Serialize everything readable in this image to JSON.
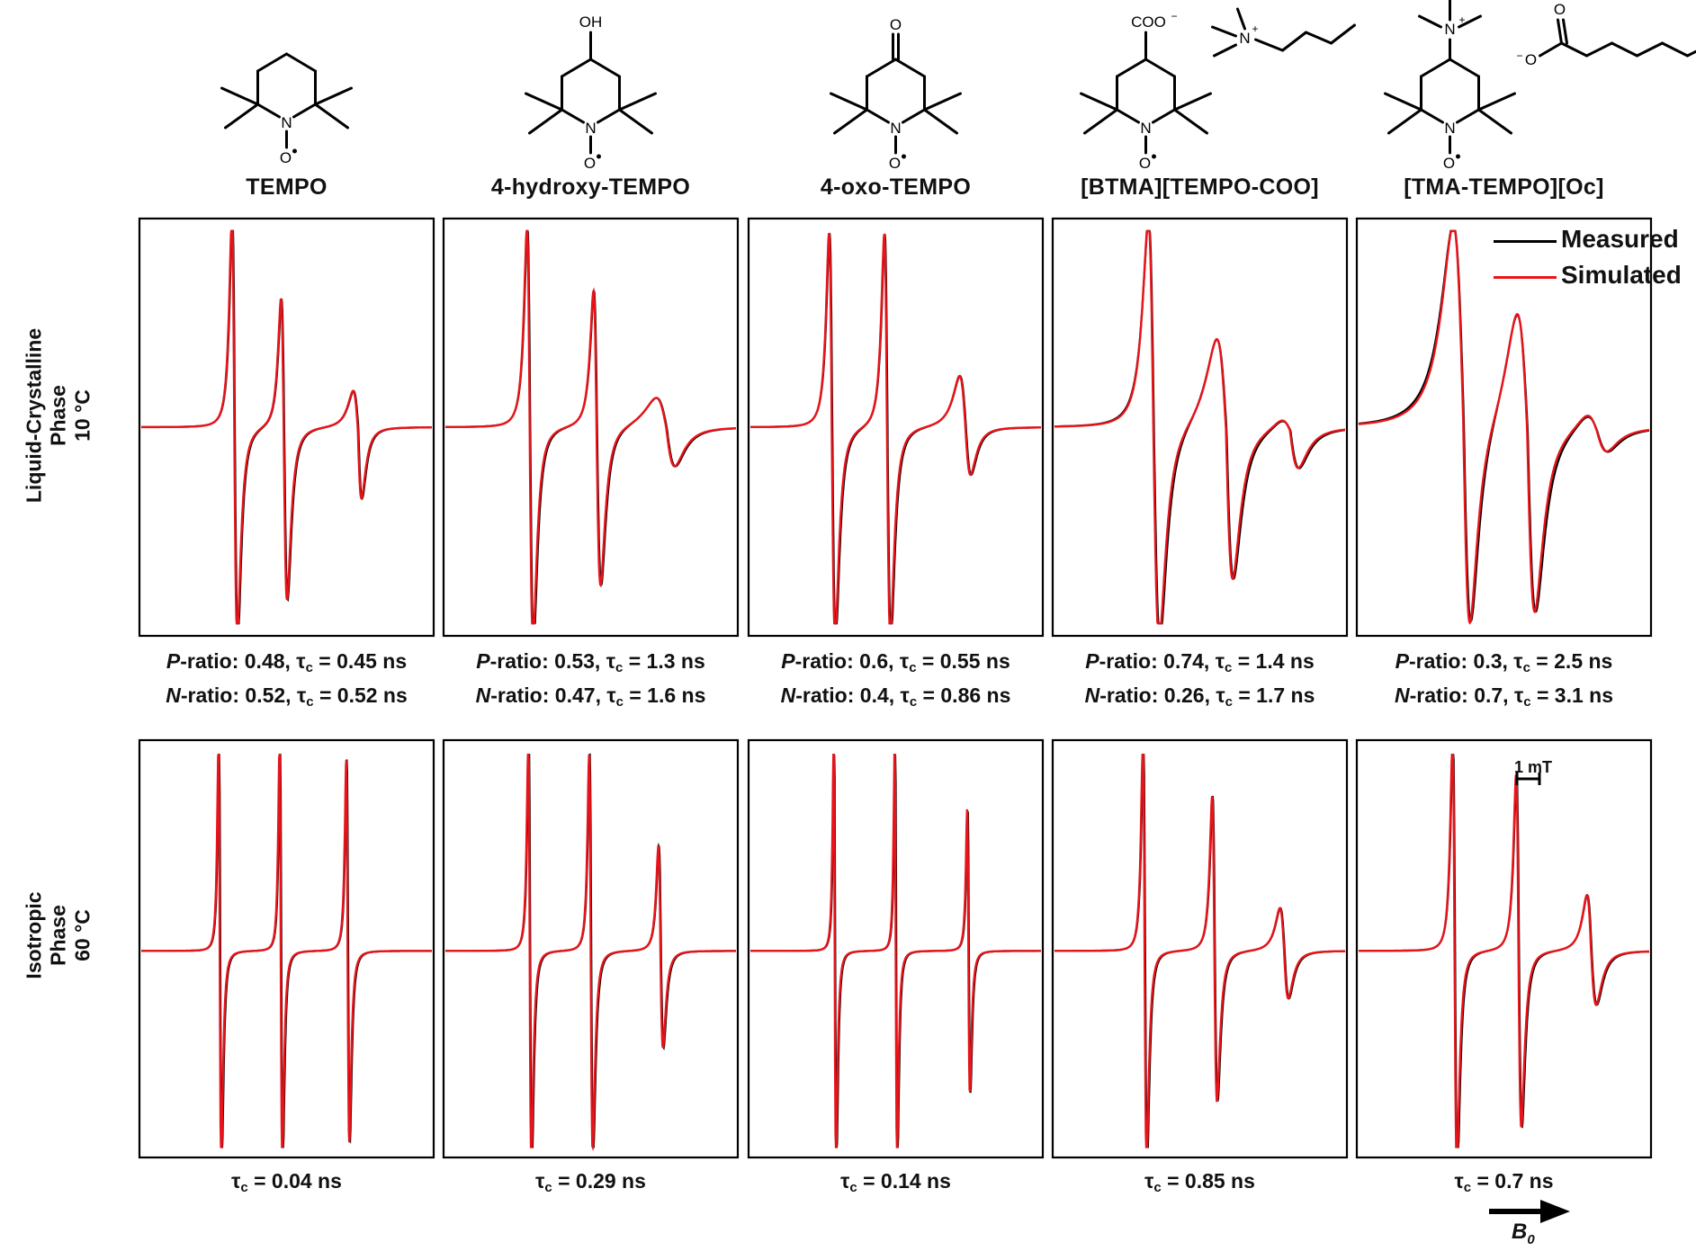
{
  "colors": {
    "measured": "#000000",
    "simulated": "#e8141a",
    "frame": "#000000"
  },
  "compounds": [
    "TEMPO",
    "4-hydroxy-TEMPO",
    "4-oxo-TEMPO",
    "[BTMA][TEMPO-COO]",
    "[TMA-TEMPO][Oc]"
  ],
  "structures": [
    {
      "caption_atoms": [
        "N",
        "O"
      ]
    },
    {
      "caption_atoms": [
        "OH",
        "N",
        "O"
      ]
    },
    {
      "caption_atoms": [
        "O",
        "N",
        "O"
      ]
    },
    {
      "caption_atoms": [
        "COO",
        "N",
        "O",
        "N"
      ]
    },
    {
      "caption_atoms": [
        "N",
        "N",
        "O",
        "O"
      ]
    }
  ],
  "row_labels": {
    "lc": [
      "Liquid-Crystalline",
      "Phase",
      "10 °C"
    ],
    "iso": [
      "Isotropic",
      "Phase",
      "60 °C"
    ]
  },
  "legend": {
    "measured": "Measured",
    "simulated": "Simulated"
  },
  "scale_bar": "1 mT",
  "axis_arrow": "B",
  "axis_arrow_sub": "0",
  "lc_params": [
    {
      "p_ratio": "0.48",
      "p_tau": "0.45 ns",
      "n_ratio": "0.52",
      "n_tau": "0.52 ns"
    },
    {
      "p_ratio": "0.53",
      "p_tau": "1.3 ns",
      "n_ratio": "0.47",
      "n_tau": "1.6 ns"
    },
    {
      "p_ratio": "0.6",
      "p_tau": "0.55 ns",
      "n_ratio": "0.4",
      "n_tau": "0.86 ns"
    },
    {
      "p_ratio": "0.74",
      "p_tau": "1.4 ns",
      "n_ratio": "0.26",
      "n_tau": "1.7 ns"
    },
    {
      "p_ratio": "0.3",
      "p_tau": "2.5 ns",
      "n_ratio": "0.7",
      "n_tau": "3.1 ns"
    }
  ],
  "iso_params": [
    "0.04 ns",
    "0.29 ns",
    "0.14 ns",
    "0.85 ns",
    "0.7 ns"
  ],
  "chart_data": [
    {
      "type": "line",
      "panel": "TEMPO LC 10 °C",
      "lines": [
        {
          "c": 0.32,
          "wl": 0.014,
          "wr": 0.018,
          "a": 0.99,
          "b": 0.95,
          "dip": -0.98
        },
        {
          "c": 0.49,
          "wl": 0.016,
          "wr": 0.02,
          "a": 0.6,
          "b": 0.55,
          "dip": -0.8
        },
        {
          "c": 0.745,
          "wl": 0.028,
          "wr": 0.022,
          "a": 0.17,
          "b": 0.2,
          "dip": -0.33
        }
      ],
      "mismatch": 0.02,
      "series": [
        {
          "name": "Measured"
        },
        {
          "name": "Simulated"
        }
      ]
    },
    {
      "type": "line",
      "panel": "4-hydroxy-TEMPO LC 10 °C",
      "lines": [
        {
          "c": 0.29,
          "wl": 0.016,
          "wr": 0.02,
          "a": 0.93,
          "b": 0.92,
          "dip": -1.0
        },
        {
          "c": 0.52,
          "wl": 0.018,
          "wr": 0.024,
          "a": 0.63,
          "b": 0.58,
          "dip": -0.74
        },
        {
          "c": 0.76,
          "wl": 0.06,
          "wr": 0.05,
          "a": 0.14,
          "b": 0.16,
          "dip": -0.18
        }
      ],
      "mismatch": 0.03,
      "series": [
        {
          "name": "Measured"
        },
        {
          "name": "Simulated"
        }
      ]
    },
    {
      "type": "line",
      "panel": "4-oxo-TEMPO LC 10 °C",
      "lines": [
        {
          "c": 0.28,
          "wl": 0.016,
          "wr": 0.02,
          "a": 0.9,
          "b": 0.9,
          "dip": -0.98
        },
        {
          "c": 0.47,
          "wl": 0.016,
          "wr": 0.02,
          "a": 0.9,
          "b": 0.9,
          "dip": -0.98
        },
        {
          "c": 0.74,
          "wl": 0.035,
          "wr": 0.03,
          "a": 0.24,
          "b": 0.22,
          "dip": -0.22
        }
      ],
      "mismatch": 0.03,
      "series": [
        {
          "name": "Measured"
        },
        {
          "name": "Simulated"
        }
      ]
    },
    {
      "type": "line",
      "panel": "[BTMA][TEMPO-COO] LC 10 °C",
      "lines": [
        {
          "c": 0.34,
          "wl": 0.03,
          "wr": 0.035,
          "a": 0.95,
          "b": 0.98,
          "dip": -1.0
        },
        {
          "c": 0.59,
          "wl": 0.055,
          "wr": 0.04,
          "a": 0.42,
          "b": 0.62,
          "dip": -0.7
        },
        {
          "c": 0.81,
          "wl": 0.05,
          "wr": 0.05,
          "a": 0.05,
          "b": 0.16,
          "dip": -0.18
        }
      ],
      "mismatch": 0.05,
      "series": [
        {
          "name": "Measured"
        },
        {
          "name": "Simulated"
        }
      ]
    },
    {
      "type": "line",
      "panel": "[TMA-TEMPO][Oc] LC 10 °C",
      "lines": [
        {
          "c": 0.36,
          "wl": 0.06,
          "wr": 0.04,
          "a": 0.92,
          "b": 0.93,
          "dip": -0.95
        },
        {
          "c": 0.58,
          "wl": 0.06,
          "wr": 0.045,
          "a": 0.55,
          "b": 0.82,
          "dip": -0.85
        },
        {
          "c": 0.82,
          "wl": 0.06,
          "wr": 0.06,
          "a": 0.08,
          "b": 0.1,
          "dip": -0.1
        }
      ],
      "mismatch": 0.06,
      "series": [
        {
          "name": "Measured"
        },
        {
          "name": "Simulated"
        }
      ]
    },
    {
      "type": "line",
      "panel": "TEMPO iso 60 °C",
      "lines": [
        {
          "c": 0.27,
          "wl": 0.007,
          "wr": 0.009,
          "a": 1.0,
          "b": 1.0,
          "dip": -1.0
        },
        {
          "c": 0.48,
          "wl": 0.007,
          "wr": 0.009,
          "a": 0.99,
          "b": 0.99,
          "dip": -0.99
        },
        {
          "c": 0.71,
          "wl": 0.008,
          "wr": 0.01,
          "a": 0.89,
          "b": 0.89,
          "dip": -0.89
        }
      ],
      "mismatch": 0.02,
      "series": [
        {
          "name": "Measured"
        },
        {
          "name": "Simulated"
        }
      ]
    },
    {
      "type": "line",
      "panel": "4-hydroxy-TEMPO iso 60 °C",
      "lines": [
        {
          "c": 0.29,
          "wl": 0.008,
          "wr": 0.01,
          "a": 1.0,
          "b": 0.98,
          "dip": -1.0
        },
        {
          "c": 0.5,
          "wl": 0.009,
          "wr": 0.012,
          "a": 0.93,
          "b": 0.93,
          "dip": -0.93
        },
        {
          "c": 0.74,
          "wl": 0.012,
          "wr": 0.015,
          "a": 0.49,
          "b": 0.47,
          "dip": -0.45
        }
      ],
      "mismatch": 0.03,
      "series": [
        {
          "name": "Measured"
        },
        {
          "name": "Simulated"
        }
      ]
    },
    {
      "type": "line",
      "panel": "4-oxo-TEMPO iso 60 °C",
      "lines": [
        {
          "c": 0.29,
          "wl": 0.006,
          "wr": 0.008,
          "a": 0.98,
          "b": 0.98,
          "dip": -0.98
        },
        {
          "c": 0.5,
          "wl": 0.006,
          "wr": 0.008,
          "a": 0.95,
          "b": 0.95,
          "dip": -0.95
        },
        {
          "c": 0.75,
          "wl": 0.007,
          "wr": 0.009,
          "a": 0.66,
          "b": 0.66,
          "dip": -0.66
        }
      ],
      "mismatch": 0.02,
      "series": [
        {
          "name": "Measured"
        },
        {
          "name": "Simulated"
        }
      ]
    },
    {
      "type": "line",
      "panel": "[BTMA][TEMPO-COO] iso 60 °C",
      "lines": [
        {
          "c": 0.31,
          "wl": 0.01,
          "wr": 0.012,
          "a": 0.98,
          "b": 0.98,
          "dip": -0.98
        },
        {
          "c": 0.55,
          "wl": 0.013,
          "wr": 0.016,
          "a": 0.72,
          "b": 0.72,
          "dip": -0.7
        },
        {
          "c": 0.79,
          "wl": 0.025,
          "wr": 0.025,
          "a": 0.2,
          "b": 0.2,
          "dip": -0.22
        }
      ],
      "mismatch": 0.03,
      "series": [
        {
          "name": "Measured"
        },
        {
          "name": "Simulated"
        }
      ]
    },
    {
      "type": "line",
      "panel": "[TMA-TEMPO][Oc] iso 60 °C",
      "lines": [
        {
          "c": 0.33,
          "wl": 0.012,
          "wr": 0.014,
          "a": 0.98,
          "b": 0.98,
          "dip": -1.0
        },
        {
          "c": 0.55,
          "wl": 0.014,
          "wr": 0.017,
          "a": 0.82,
          "b": 0.8,
          "dip": -0.82
        },
        {
          "c": 0.8,
          "wl": 0.025,
          "wr": 0.03,
          "a": 0.26,
          "b": 0.24,
          "dip": -0.25
        }
      ],
      "mismatch": 0.04,
      "series": [
        {
          "name": "Measured"
        },
        {
          "name": "Simulated"
        }
      ]
    }
  ]
}
